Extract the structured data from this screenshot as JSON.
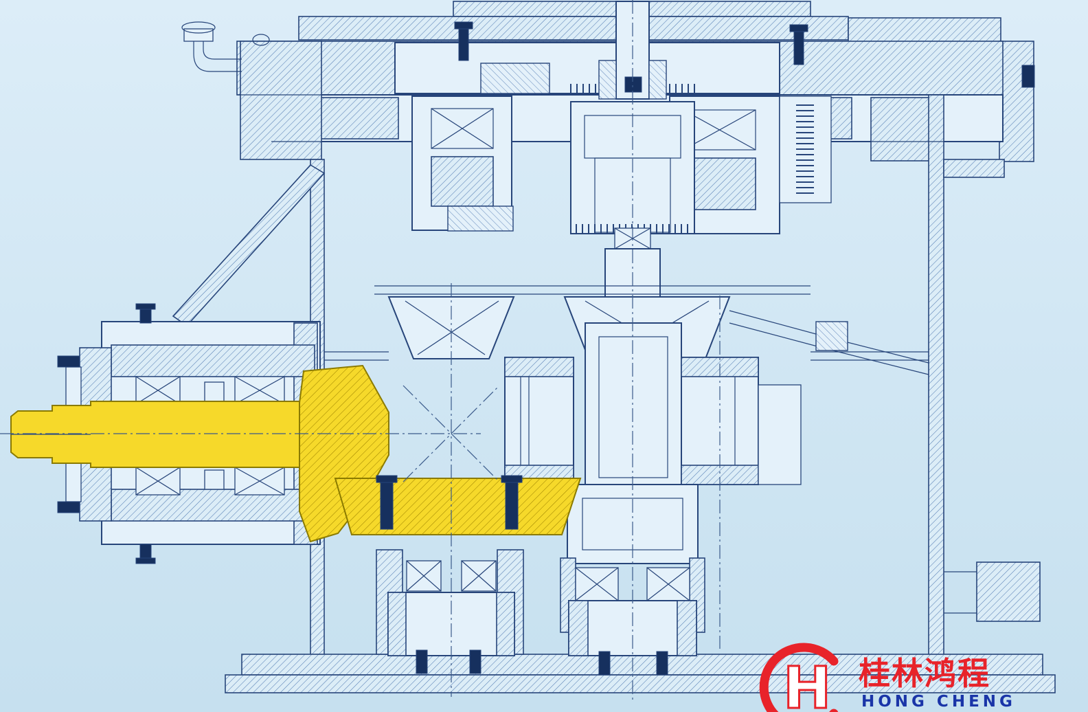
{
  "drawing": {
    "subject": "gear-reducer-cross-section",
    "highlighted_part": "input-bevel-pinion-shaft"
  },
  "logo": {
    "brand_cn": "桂林鸿程",
    "brand_en": "HONG CHENG"
  },
  "colors": {
    "background": "#d3e8f4",
    "part": "#e4f1fa",
    "line": "#27457a",
    "hatch_line": "#567fb5",
    "centerline": "#3a5a8a",
    "bolt": "#16305e",
    "highlight": "#f6d92a",
    "highlight_edge": "#8a7a00",
    "logo_red": "#e8232a",
    "logo_blue": "#1a35a8"
  }
}
